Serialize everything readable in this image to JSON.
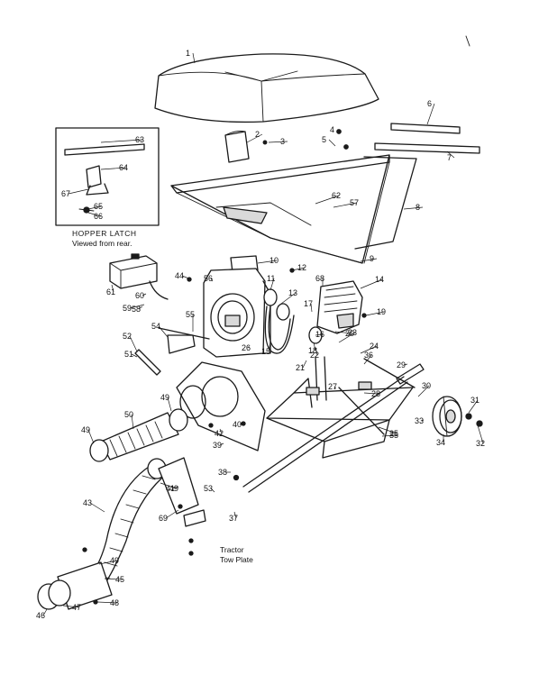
{
  "parts": [
    "1",
    "2",
    "3",
    "4",
    "5",
    "6",
    "7",
    "8",
    "9",
    "10",
    "11",
    "12",
    "13",
    "14",
    "15",
    "16",
    "17",
    "18",
    "19",
    "20",
    "21",
    "22",
    "23",
    "24",
    "25",
    "26",
    "27",
    "28",
    "29",
    "30",
    "31",
    "32",
    "33",
    "34",
    "35",
    "36",
    "37",
    "38",
    "39",
    "40",
    "41",
    "42",
    "43",
    "44",
    "45",
    "46",
    "47",
    "48",
    "49",
    "50",
    "51",
    "52",
    "53",
    "54",
    "55",
    "56",
    "57",
    "58",
    "59",
    "60",
    "61",
    "62",
    "63",
    "64",
    "65",
    "66",
    "67",
    "68",
    "69"
  ],
  "inset": {
    "caption_line1": "HOPPER LATCH",
    "caption_line2": "Viewed from rear."
  },
  "tow": {
    "line1": "Tractor",
    "line2": "Tow Plate"
  }
}
